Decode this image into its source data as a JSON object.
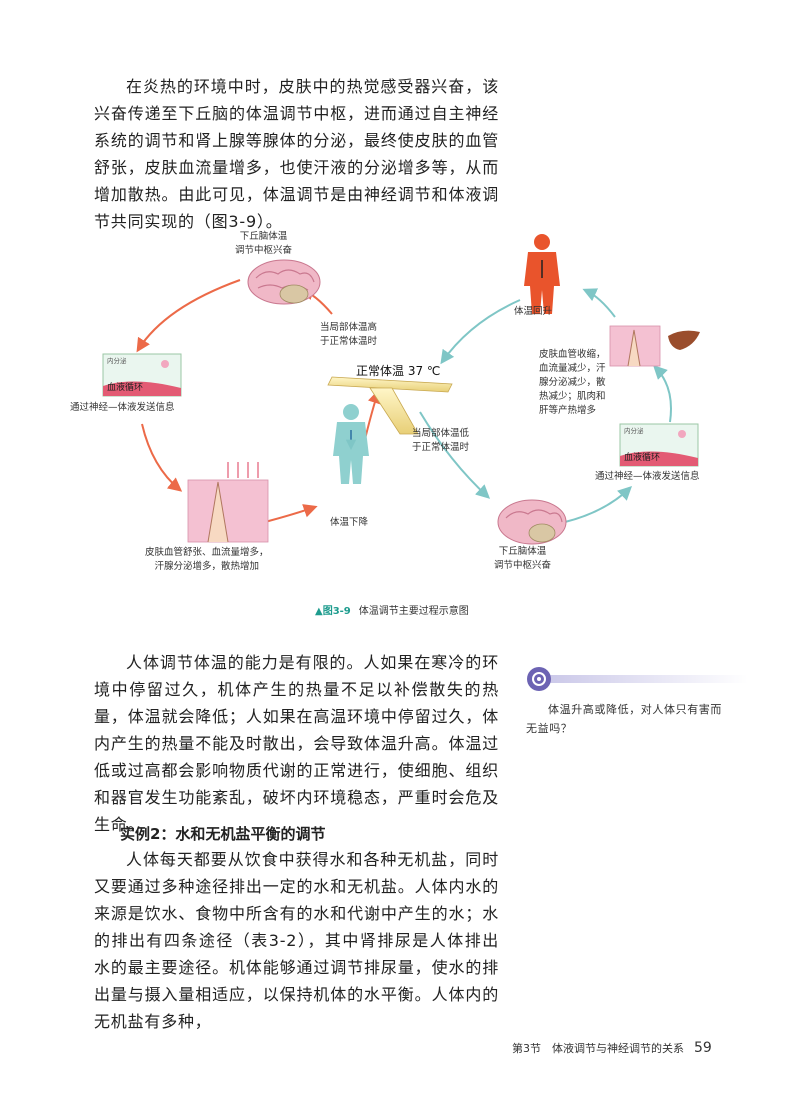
{
  "paragraphs": {
    "p1": "在炎热的环境中时，皮肤中的热觉感受器兴奋，该兴奋传递至下丘脑的体温调节中枢，进而通过自主神经系统的调节和肾上腺等腺体的分泌，最终使皮肤的血管舒张，皮肤血流量增多，也使汗液的分泌增多等，从而增加散热。由此可见，体温调节是由神经调节和体液调节共同实现的（图3-9）。",
    "p2": "人体调节体温的能力是有限的。人如果在寒冷的环境中停留过久，机体产生的热量不足以补偿散失的热量，体温就会降低；人如果在高温环境中停留过久，体内产生的热量不能及时散出，会导致体温升高。体温过低或过高都会影响物质代谢的正常进行，使细胞、组织和器官发生功能紊乱，破坏内环境稳态，严重时会危及生命。",
    "p3": "人体每天都要从饮食中获得水和各种无机盐，同时又要通过多种途径排出一定的水和无机盐。人体内水的来源是饮水、食物中所含有的水和代谢中产生的水；水的排出有四条途径（表3-2），其中肾排尿是人体排出水的最主要途径。机体能够通过调节排尿量，使水的排出量与摄入量相适应，以保持机体的水平衡。人体内的无机盐有多种，"
  },
  "heading": "实例2：水和无机盐平衡的调节",
  "figure": {
    "number": "图3-9",
    "title": "体温调节主要过程示意图",
    "center": "正常体温 37 ℃",
    "labels": {
      "brain_top": "下丘脑体温\n调节中枢兴奋",
      "cond_high": "当局部体温高\n于正常体温时",
      "cond_low": "当局部体温低\n于正常体温时",
      "left_hormone": "通过神经—体液发送信息",
      "right_hormone": "通过神经—体液发送信息",
      "skin_left": "皮肤血管舒张、血流量增多，\n汗腺分泌增多，散热增加",
      "body_down": "体温下降",
      "brain_bottom": "下丘脑体温\n调节中枢兴奋",
      "body_up": "体温回升",
      "skin_right": "皮肤血管收缩，\n血流量减少，汗\n腺分泌减少，散\n热减少；肌肉和\n肝等产热增多",
      "inset_secrete": "内分泌",
      "inset_blood": "血液循环"
    }
  },
  "sidenote": {
    "text": "体温升高或降低，对人体只有害而无益吗？"
  },
  "footer": {
    "section": "第3节　体液调节与神经调节的关系",
    "page": "59"
  },
  "colors": {
    "warm_arrow": "#ec6a48",
    "cool_arrow": "#7fc6c6",
    "figure_accent": "#1e9c8e"
  }
}
